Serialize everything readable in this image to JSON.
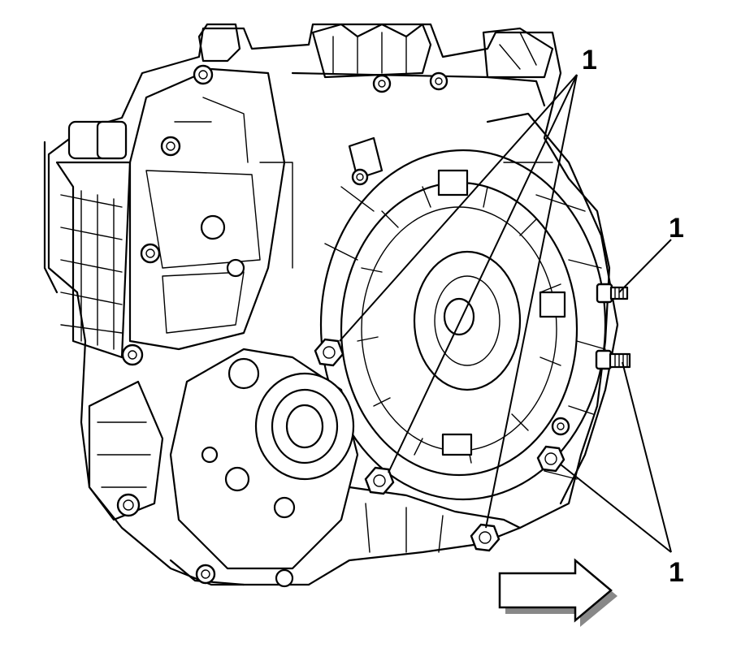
{
  "diagram": {
    "callouts": [
      {
        "id": "top",
        "label": "1"
      },
      {
        "id": "right-upper",
        "label": "1"
      },
      {
        "id": "right-lower",
        "label": "1"
      }
    ],
    "arrow": {
      "direction": "right"
    },
    "colors": {
      "ink": "#000000",
      "background": "#ffffff"
    }
  }
}
